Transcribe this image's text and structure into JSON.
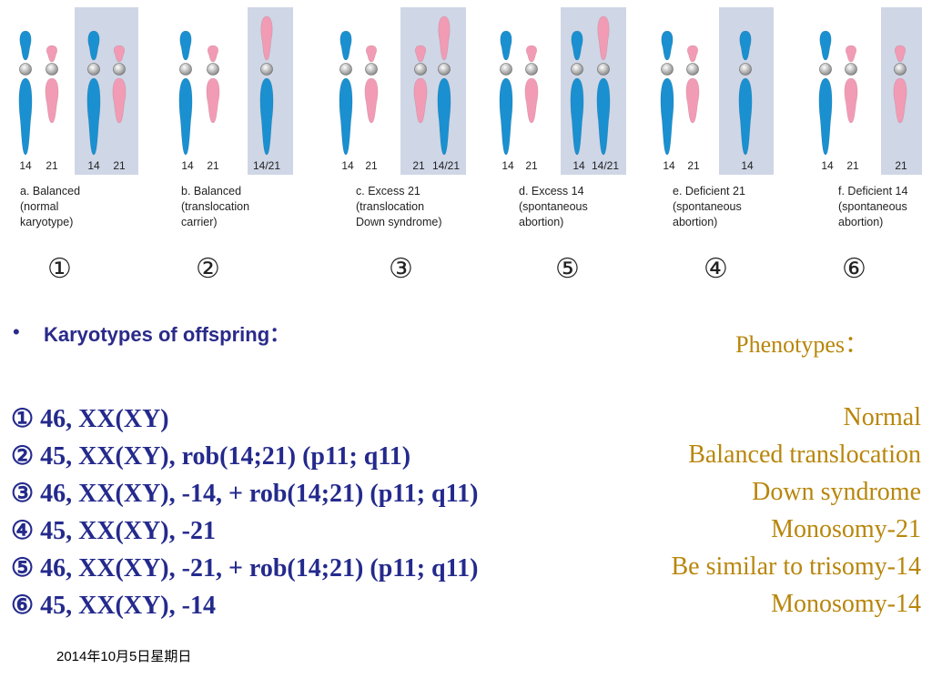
{
  "colors": {
    "chr14": "#1a90d0",
    "chr21": "#f29bb4",
    "shade": "#cfd6e6",
    "karyotype_text": "#242a8c",
    "phenotype_text": "#b8860b"
  },
  "panels": [
    {
      "labels": [
        "14",
        "21",
        "14",
        "21"
      ],
      "caption": [
        "a. Balanced",
        "(normal",
        "karyotype)"
      ]
    },
    {
      "labels": [
        "14",
        "21",
        "14/21"
      ],
      "caption": [
        "b. Balanced",
        "(translocation",
        "carrier)"
      ]
    },
    {
      "labels": [
        "14",
        "21",
        "21",
        "14/21"
      ],
      "caption": [
        "c. Excess 21",
        "(translocation",
        "Down syndrome)"
      ]
    },
    {
      "labels": [
        "14",
        "21",
        "14",
        "14/21"
      ],
      "caption": [
        "d. Excess 14",
        "(spontaneous",
        "abortion)"
      ]
    },
    {
      "labels": [
        "14",
        "21",
        "14"
      ],
      "caption": [
        "e. Deficient 21",
        "(spontaneous",
        "abortion)"
      ]
    },
    {
      "labels": [
        "14",
        "21",
        "21"
      ],
      "caption": [
        "f. Deficient 14",
        "(spontaneous",
        "abortion)"
      ]
    }
  ],
  "circled_numbers": [
    "①",
    "②",
    "③",
    "⑤",
    "④",
    "⑥"
  ],
  "bullet": "•",
  "karyotypes_heading": "Karyotypes of offspring：",
  "phenotypes_heading": "Phenotypes：",
  "karyotypes": [
    "① 46, XX(XY)",
    "② 45, XX(XY), rob(14;21) (p11; q11)",
    "③ 46, XX(XY), -14, + rob(14;21) (p11; q11)",
    "④ 45, XX(XY), -21",
    "⑤ 46, XX(XY), -21, + rob(14;21) (p11; q11)",
    "⑥ 45, XX(XY), -14"
  ],
  "phenotypes": [
    "Normal",
    "Balanced translocation",
    "Down syndrome",
    "Monosomy-21",
    "Be similar to trisomy-14",
    "Monosomy-14"
  ],
  "date": "2014年10月5日星期日"
}
